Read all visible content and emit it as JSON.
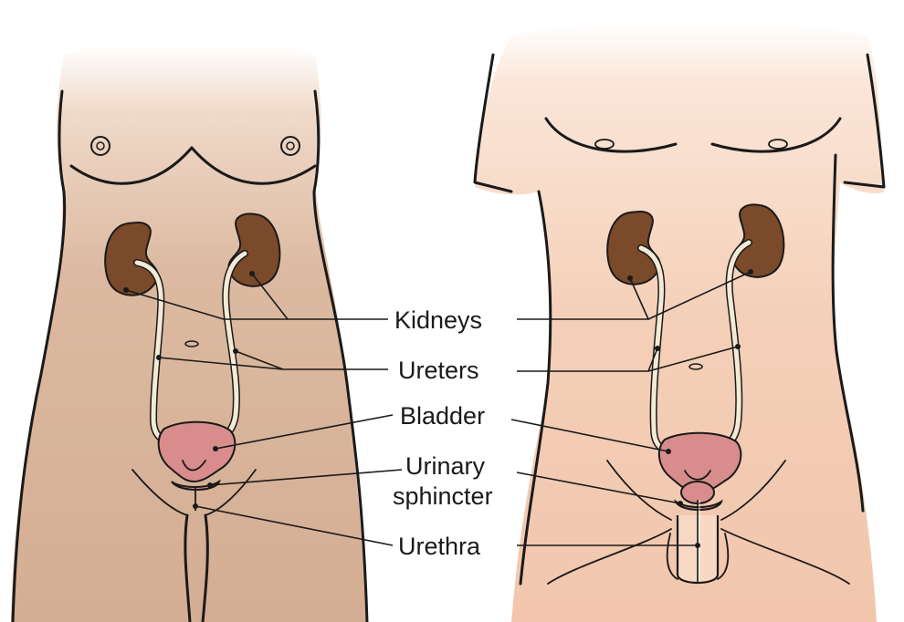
{
  "labels": {
    "kidneys": "Kidneys",
    "ureters": "Ureters",
    "bladder": "Bladder",
    "urinary_line1": "Urinary",
    "urinary_line2": "sphincter",
    "urethra": "Urethra"
  },
  "colors": {
    "female_skin": "#d9b59c",
    "male_skin": "#f3cdb5",
    "kidney": "#7a4a2a",
    "bladder": "#d98c8c",
    "ureter": "#f3ead6",
    "outline": "#1a1a1a"
  }
}
